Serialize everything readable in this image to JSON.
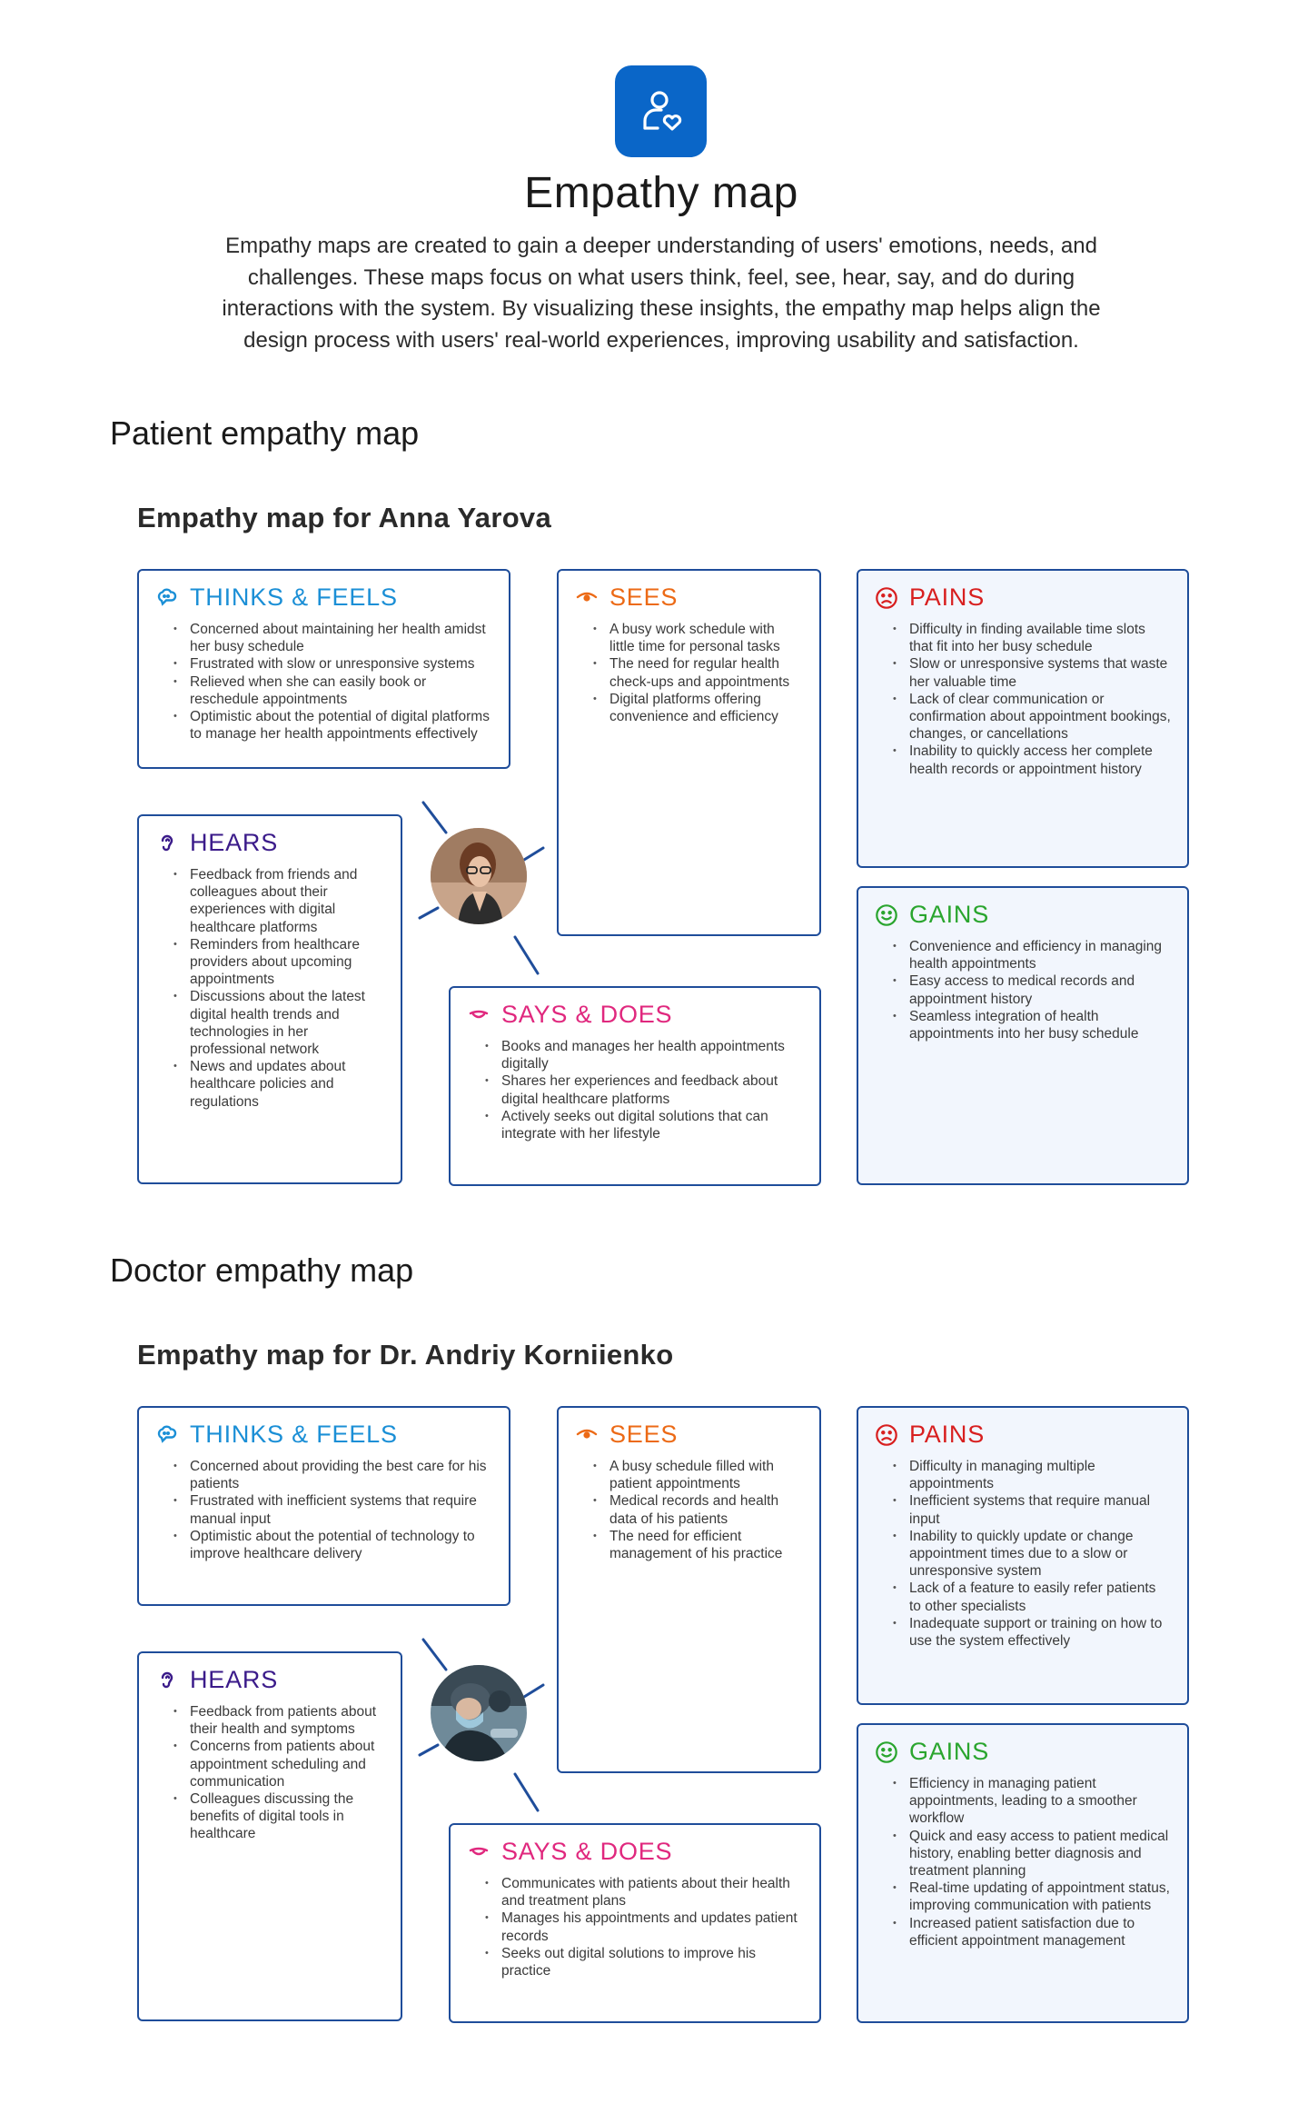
{
  "page": {
    "title": "Empathy map",
    "intro": "Empathy maps are created to gain a deeper understanding of users' emotions, needs, and challenges. These maps focus on what users think, feel, see, hear, say, and do during interactions with the system. By visualizing these insights, the empathy map helps align the design process with users' real-world experiences, improving usability and satisfaction.",
    "icon": "user-heart-icon",
    "accent": "#0a66c8"
  },
  "patient": {
    "section_title": "Patient empathy map",
    "map_title": "Empathy map for Anna Yarova",
    "thinks": {
      "label": "THINKS & FEELS",
      "items": [
        "Concerned about maintaining her health amidst her busy schedule",
        "Frustrated with slow or unresponsive systems",
        "Relieved when she can easily book or reschedule appointments",
        "Optimistic about the potential of digital platforms to manage her health appointments effectively"
      ]
    },
    "sees": {
      "label": "SEES",
      "items": [
        "A busy work schedule with little time for personal tasks",
        "The need for regular health check-ups and appointments",
        "Digital platforms offering convenience and efficiency"
      ]
    },
    "pains": {
      "label": "PAINS",
      "items": [
        "Difficulty in finding available time slots that fit into her busy schedule",
        "Slow or unresponsive systems that waste her valuable time",
        "Lack of clear communication or confirmation about appointment bookings, changes, or cancellations",
        "Inability to quickly access her complete health records or appointment history"
      ]
    },
    "hears": {
      "label": "HEARS",
      "items": [
        "Feedback from friends and colleagues about their experiences with digital healthcare platforms",
        "Reminders from healthcare providers about upcoming appointments",
        "Discussions about the latest digital health trends and technologies in her professional network",
        "News and updates about healthcare policies and regulations"
      ]
    },
    "says": {
      "label": "SAYS & DOES",
      "items": [
        "Books and manages her health appointments digitally",
        "Shares her experiences and feedback about digital healthcare platforms",
        "Actively seeks out digital solutions that can integrate with her lifestyle"
      ]
    },
    "gains": {
      "label": "GAINS",
      "items": [
        "Convenience and efficiency in managing health appointments",
        "Easy access to medical records and appointment history",
        "Seamless integration of health appointments into her busy schedule"
      ]
    }
  },
  "doctor": {
    "section_title": "Doctor empathy map",
    "map_title": "Empathy map for Dr. Andriy Korniienko",
    "thinks": {
      "label": "THINKS & FEELS",
      "items": [
        "Concerned about providing the best care for his patients",
        "Frustrated with inefficient systems that require manual input",
        "Optimistic about the potential of technology to improve healthcare delivery"
      ]
    },
    "sees": {
      "label": "SEES",
      "items": [
        "A busy schedule filled with patient appointments",
        "Medical records and health data of his patients",
        "The need for efficient management of his practice"
      ]
    },
    "pains": {
      "label": "PAINS",
      "items": [
        "Difficulty in managing multiple appointments",
        "Inefficient systems that require manual input",
        "Inability to quickly update or change appointment times due to a slow or unresponsive system",
        "Lack of a feature to easily refer patients to other specialists",
        "Inadequate support or training on how to use the system effectively"
      ]
    },
    "hears": {
      "label": "HEARS",
      "items": [
        "Feedback from patients about their health and symptoms",
        "Concerns from patients about appointment scheduling and communication",
        "Colleagues discussing the benefits of digital tools in healthcare"
      ]
    },
    "says": {
      "label": "SAYS & DOES",
      "items": [
        "Communicates with patients about their health and treatment plans",
        "Manages his appointments and updates patient records",
        "Seeks out digital solutions to improve his practice"
      ]
    },
    "gains": {
      "label": "GAINS",
      "items": [
        "Efficiency in managing patient appointments, leading to a smoother workflow",
        "Quick and easy access to patient medical history, enabling better diagnosis and treatment planning",
        "Real-time updating of appointment status, improving communication with patients",
        "Increased patient satisfaction due to efficient appointment management"
      ]
    }
  },
  "colors": {
    "border": "#1f4d9a",
    "thinks": "#1b8fd6",
    "hears": "#3b1b8a",
    "sees": "#ec6a16",
    "says": "#e0287e",
    "pains": "#d81f1f",
    "gains": "#2aa52e"
  },
  "icons": {
    "thinks": "thought-bubble-icon",
    "hears": "ear-icon",
    "sees": "eye-icon",
    "says": "mouth-icon",
    "pains": "sad-face-icon",
    "gains": "happy-face-icon"
  }
}
